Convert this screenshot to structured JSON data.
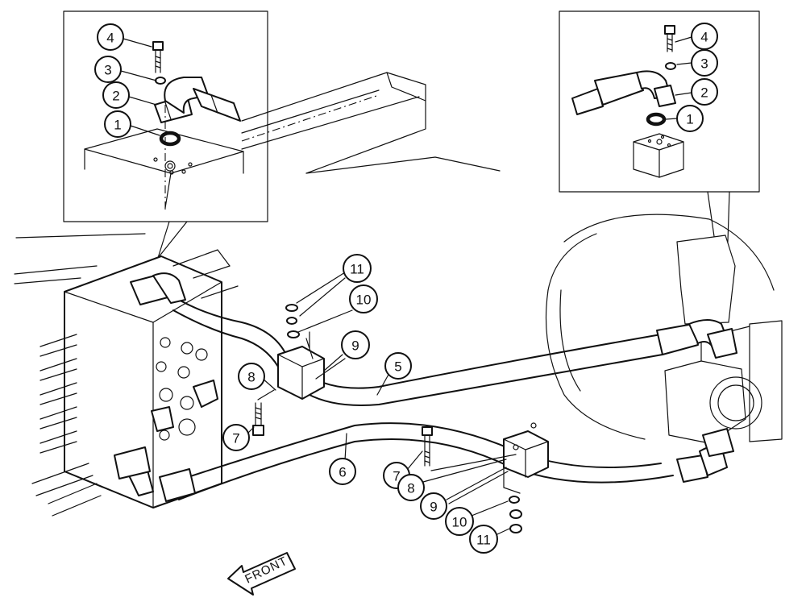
{
  "diagram": {
    "front_label": "FRONT",
    "callouts": {
      "left_inset": [
        {
          "id": "li-4",
          "label": "4"
        },
        {
          "id": "li-3",
          "label": "3"
        },
        {
          "id": "li-2",
          "label": "2"
        },
        {
          "id": "li-1",
          "label": "1"
        }
      ],
      "right_inset": [
        {
          "id": "ri-4",
          "label": "4"
        },
        {
          "id": "ri-3",
          "label": "3"
        },
        {
          "id": "ri-2",
          "label": "2"
        },
        {
          "id": "ri-1",
          "label": "1"
        }
      ],
      "main_upper": [
        {
          "id": "mu-11",
          "label": "11"
        },
        {
          "id": "mu-10",
          "label": "10"
        },
        {
          "id": "mu-9",
          "label": "9"
        },
        {
          "id": "mu-8",
          "label": "8"
        },
        {
          "id": "mu-7",
          "label": "7"
        },
        {
          "id": "mu-5",
          "label": "5"
        }
      ],
      "main_lower": [
        {
          "id": "ml-6",
          "label": "6"
        },
        {
          "id": "ml-7",
          "label": "7"
        },
        {
          "id": "ml-8",
          "label": "8"
        },
        {
          "id": "ml-9",
          "label": "9"
        },
        {
          "id": "ml-10",
          "label": "10"
        },
        {
          "id": "ml-11",
          "label": "11"
        }
      ]
    }
  }
}
